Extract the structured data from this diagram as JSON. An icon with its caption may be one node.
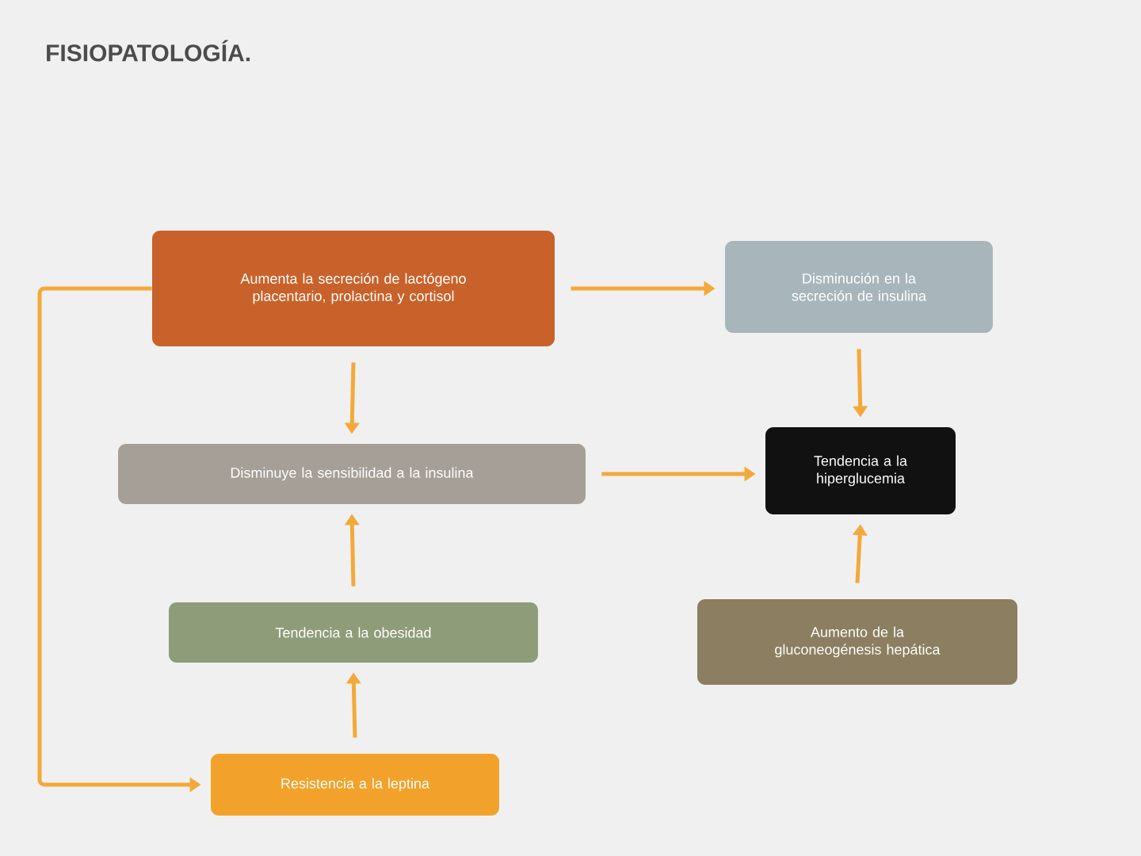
{
  "diagram": {
    "title": "FISIOPATOLOGÍA.",
    "nodes": [
      {
        "text": [
          "Aumenta la secreción de lactógeno placentario, prolactina y cortisol"
        ]
      },
      {
        "text": [
          "Disminución en la secreción de insulina"
        ]
      },
      {
        "text": [
          "Disminuye la sensibilidad a la insulina"
        ]
      },
      {
        "text": [
          "Tendencia a la hiperglucemia"
        ]
      },
      {
        "text": [
          "Tendencia a la obesidad"
        ]
      },
      {
        "text": [
          "Resistencia a la leptina"
        ]
      },
      {
        "text": [
          "Aumento de la gluconeogénesis hepática"
        ]
      }
    ],
    "edges": [
      {
        "from": 0,
        "to": 1,
        "arrow": "to"
      },
      {
        "from": 0,
        "to": 2,
        "arrow": "to"
      },
      {
        "from": 1,
        "to": 3,
        "arrow": "to"
      },
      {
        "from": 2,
        "to": 3,
        "arrow": "to"
      },
      {
        "from": 4,
        "to": 2,
        "arrow": "to"
      },
      {
        "from": 5,
        "to": 4,
        "arrow": "to"
      },
      {
        "from": 6,
        "to": 3,
        "arrow": "to"
      },
      {
        "from": 0,
        "to": 5,
        "arrow": "to"
      }
    ]
  }
}
